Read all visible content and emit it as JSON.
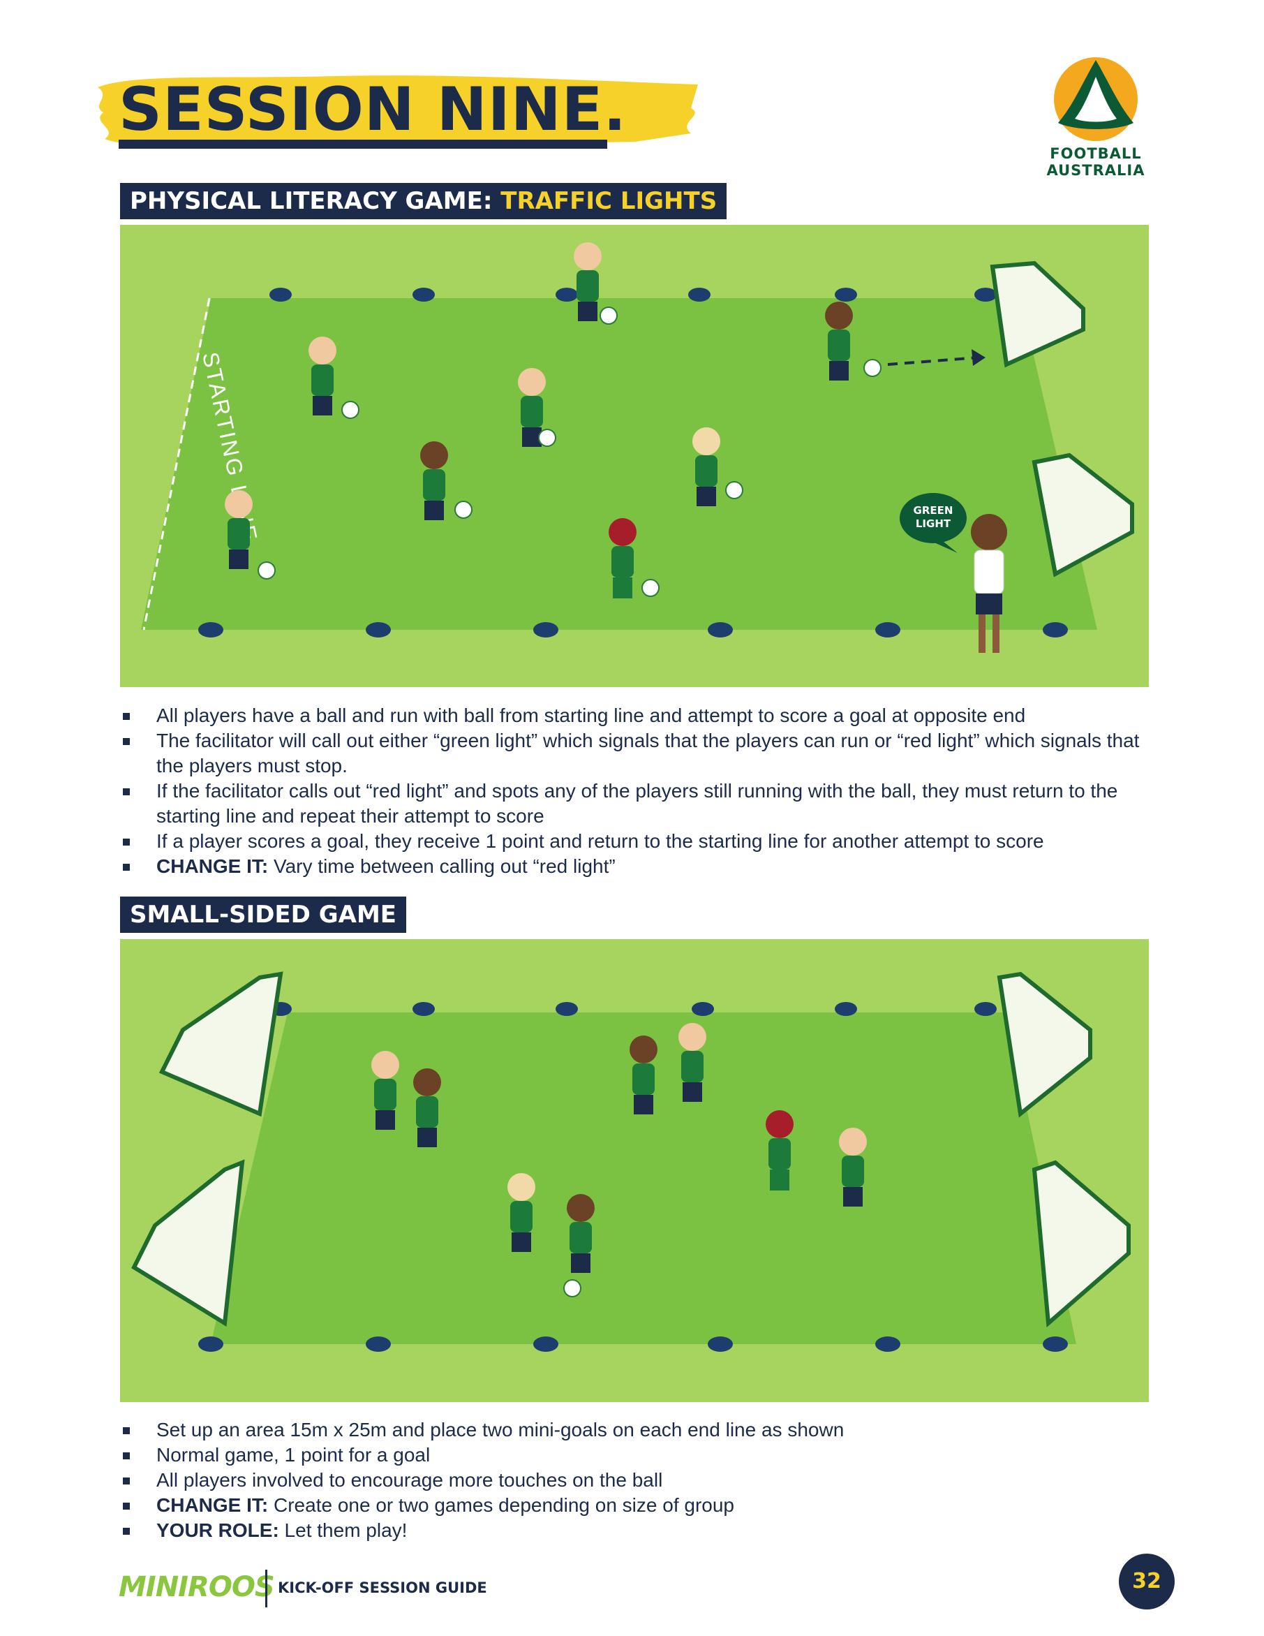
{
  "page": {
    "title": "SESSION NINE.",
    "logo_text_line1": "FOOTBALL",
    "logo_text_line2": "AUSTRALIA",
    "page_number": "32"
  },
  "colors": {
    "navy": "#1c2b4a",
    "yellow": "#f6d12a",
    "pitch_light": "#a6d45f",
    "pitch_dark": "#7cc242",
    "brand_green": "#0b5a35"
  },
  "game1": {
    "header_prefix": "PHYSICAL LITERACY GAME: ",
    "header_highlight": "TRAFFIC LIGHTS",
    "starting_line_label": "STARTING LINE",
    "speech_bubble_line1": "GREEN",
    "speech_bubble_line2": "LIGHT",
    "bullets": [
      {
        "text": "All players have a ball and run with ball from starting line and attempt to score a goal at opposite end"
      },
      {
        "text": "The facilitator will call out either “green light” which signals that the players can run or “red light” which signals that the players must stop."
      },
      {
        "text": "If the facilitator calls out “red light” and spots any of the players still running with the ball, they must return to the starting line and repeat their attempt to score"
      },
      {
        "text": "If a player scores a goal, they receive 1 point and return to the starting line for another attempt to score"
      },
      {
        "bold": "CHANGE IT:",
        "text": " Vary time between calling out “red light”"
      }
    ]
  },
  "game2": {
    "header": "SMALL-SIDED GAME",
    "bullets": [
      {
        "text": "Set up an area 15m x 25m and place two mini-goals on each end line as shown"
      },
      {
        "text": "Normal game, 1 point for a goal"
      },
      {
        "text": "All players involved to encourage more touches on the ball"
      },
      {
        "bold": "CHANGE IT:",
        "text": " Create one or two games depending on size of group"
      },
      {
        "bold": "YOUR ROLE:",
        "text": " Let them play!"
      }
    ]
  },
  "footer": {
    "brand": "MINIROOS",
    "guide": "KICK-OFF SESSION GUIDE"
  }
}
